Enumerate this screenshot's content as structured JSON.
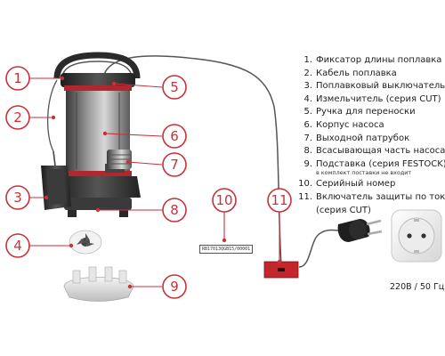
{
  "legend": {
    "items": [
      {
        "num": "1.",
        "text": "Фиксатор длины поплавка"
      },
      {
        "num": "2.",
        "text": "Кабель поплавка"
      },
      {
        "num": "3.",
        "text": "Поплавковый выключатель"
      },
      {
        "num": "4.",
        "text": "Измельчитель (серия CUT)"
      },
      {
        "num": "5.",
        "text": "Ручка для переноски"
      },
      {
        "num": "6.",
        "text": "Корпус насоса"
      },
      {
        "num": "7.",
        "text": "Выходной патрубок"
      },
      {
        "num": "8.",
        "text": "Всасывающая часть насоса"
      },
      {
        "num": "9.",
        "text": "Подставка (серия FESTOCK)",
        "note": "в комплект поставки не входит"
      },
      {
        "num": "10.",
        "text": "Серийный номер"
      },
      {
        "num": "11.",
        "text": "Включатель защиты по току",
        "cont": "(серия CUT)"
      }
    ]
  },
  "callouts": [
    "1",
    "2",
    "3",
    "4",
    "5",
    "6",
    "7",
    "8",
    "9",
    "10",
    "11"
  ],
  "serial_label": "RB17013QGB15/00001",
  "voltage": "220В / 50 Гц",
  "colors": {
    "accent": "#c8323a",
    "line": "#444444",
    "pump_body": "#7a7a7a",
    "dark": "#2a2a2a"
  },
  "icons": [
    "pump-icon",
    "float-switch-icon",
    "shredder-icon",
    "stand-icon",
    "plug-icon",
    "socket-icon",
    "current-switch-icon"
  ]
}
